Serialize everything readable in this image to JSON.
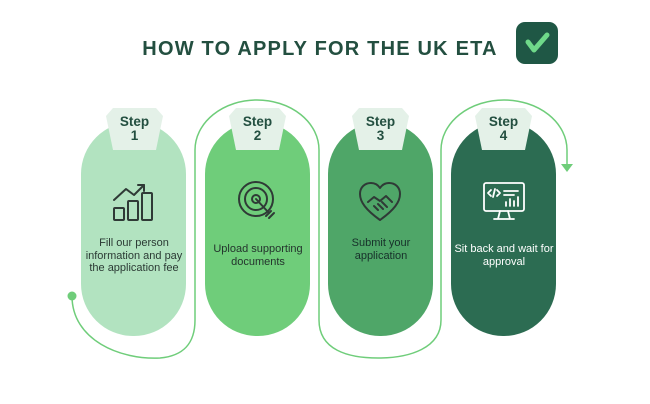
{
  "title": "HOW TO APPLY FOR THE UK ETA",
  "logo": {
    "icon": "check-icon",
    "color": "#1f5745"
  },
  "steps": [
    {
      "label": "Step",
      "number": "1",
      "text": "Fill our person information and pay the application fee",
      "icon": "bar-chart-growth-icon",
      "color": "#b2e3c0"
    },
    {
      "label": "Step",
      "number": "2",
      "text": "Upload supporting documents",
      "icon": "target-icon",
      "color": "#6fcd7a"
    },
    {
      "label": "Step",
      "number": "3",
      "text": "Submit your application",
      "icon": "handshake-heart-icon",
      "color": "#4fa668"
    },
    {
      "label": "Step",
      "number": "4",
      "text": "Sit back and wait for approval",
      "icon": "monitor-code-icon",
      "color": "#2c6c52"
    }
  ]
}
